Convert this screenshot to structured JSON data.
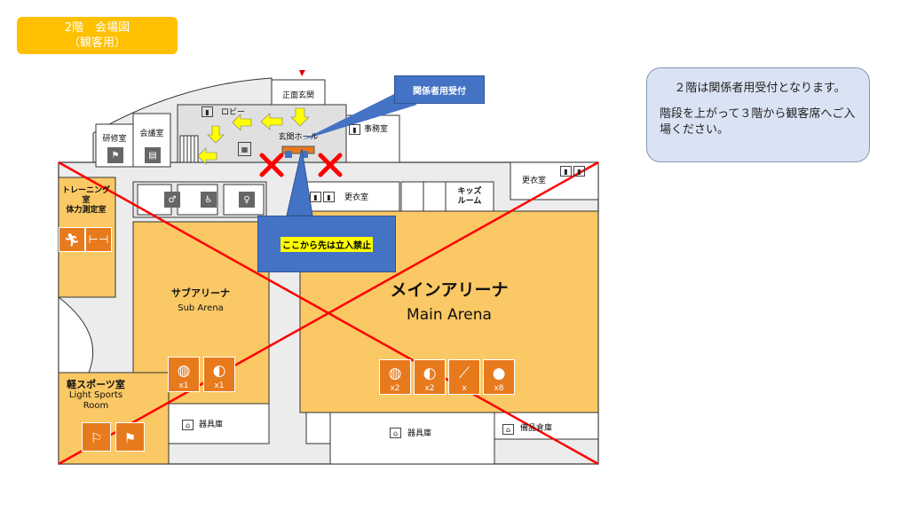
{
  "header_badge": {
    "line1": "2階　会場図",
    "line2": "（観客用）"
  },
  "notice": {
    "line1": "２階は関係者用受付となります。",
    "line2": "階段を上がって３階から観客席へご入場ください。"
  },
  "callouts": {
    "reception": "関係者用受付",
    "no_entry": "ここから先は立入禁止"
  },
  "rooms": {
    "entrance": "正面玄関",
    "lobby": "ロビー",
    "entrance_hall": "玄関ホール",
    "office": "事務室",
    "meeting_room": "会議室",
    "training_room": "研修室",
    "training_gym": "トレーニング\n室\n体力測定室",
    "locker_room_1": "更衣室",
    "locker_room_2": "更衣室",
    "kids_room": "キッズ\nルーム",
    "sub_arena_jp": "サブアリーナ",
    "sub_arena_en": "Sub Arena",
    "main_arena_jp": "メインアリーナ",
    "main_arena_en": "Main Arena",
    "light_sports_jp": "軽スポーツ室",
    "light_sports_en": "Light Sports\nRoom",
    "storage_1": "器具庫",
    "storage_2": "器具庫",
    "storage_3": "備品倉庫"
  },
  "sub_arena_icons": [
    {
      "icon": "basketball-icon",
      "glyph": "◍",
      "mult": "x1"
    },
    {
      "icon": "volleyball-icon",
      "glyph": "◐",
      "mult": "x1"
    }
  ],
  "main_arena_icons": [
    {
      "icon": "basketball-icon",
      "glyph": "◍",
      "mult": "x2"
    },
    {
      "icon": "volleyball-icon",
      "glyph": "◐",
      "mult": "x2"
    },
    {
      "icon": "badminton-icon",
      "glyph": "⟋",
      "mult": "x"
    },
    {
      "icon": "table-tennis-icon",
      "glyph": "●",
      "mult": "x8"
    }
  ],
  "colors": {
    "accent": "#ffc000",
    "room_orange": "#fac864",
    "icon_orange": "#e87a1e",
    "cross_red": "#ff0000",
    "callout_blue": "#4472c4",
    "notice_bg": "#dae3f3",
    "arrow_yellow": "#ffff00"
  }
}
